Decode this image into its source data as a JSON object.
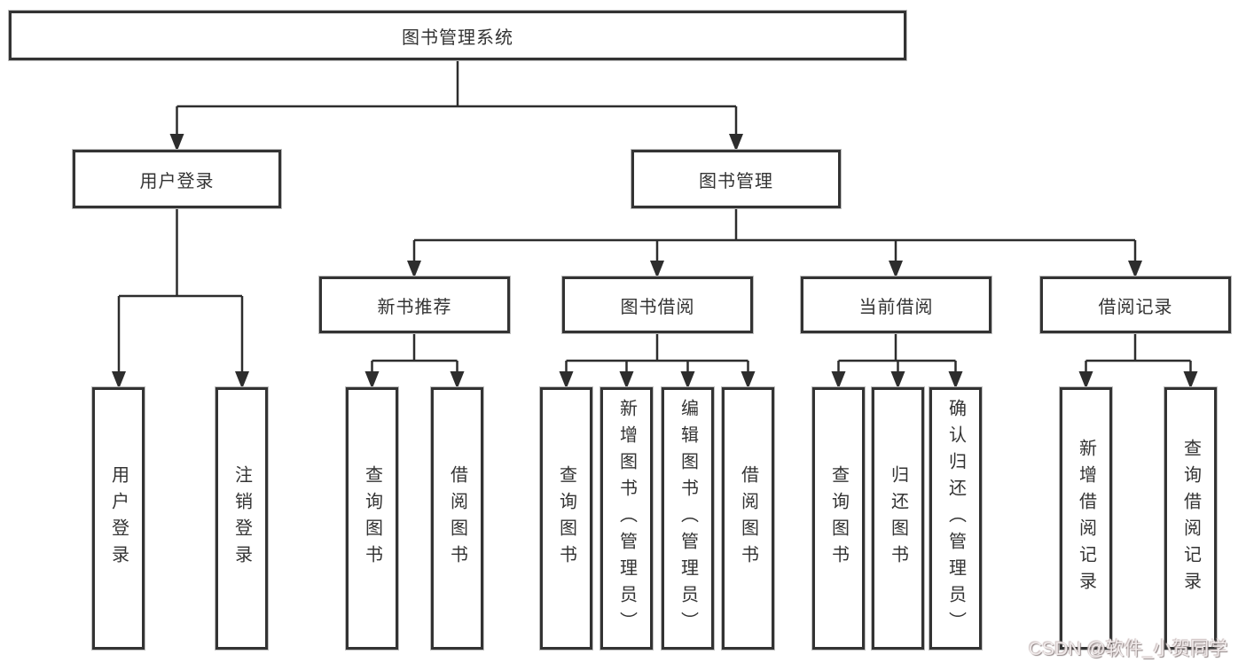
{
  "diagram": {
    "root": {
      "label": "图书管理系统"
    },
    "level2": [
      {
        "label": "用户登录"
      },
      {
        "label": "图书管理"
      }
    ],
    "level3": [
      {
        "label": "新书推荐"
      },
      {
        "label": "图书借阅"
      },
      {
        "label": "当前借阅"
      },
      {
        "label": "借阅记录"
      }
    ],
    "leaves": [
      {
        "label": "用户登录"
      },
      {
        "label": "注销登录"
      },
      {
        "label": "查询图书"
      },
      {
        "label": "借阅图书"
      },
      {
        "label": "查询图书"
      },
      {
        "label": "新增图书（管理员）"
      },
      {
        "label": "编辑图书（管理员）"
      },
      {
        "label": "借阅图书"
      },
      {
        "label": "查询图书"
      },
      {
        "label": "归还图书"
      },
      {
        "label": "确认归还（管理员）"
      },
      {
        "label": "新增借阅记录"
      },
      {
        "label": "查询借阅记录"
      }
    ]
  },
  "watermark": {
    "text": "CSDN @软件_小贺同学"
  },
  "colors": {
    "line": "#2d2d2d",
    "box_border": "#333333",
    "text": "#333333",
    "background": "#ffffff",
    "watermark": "#f0eaea"
  }
}
